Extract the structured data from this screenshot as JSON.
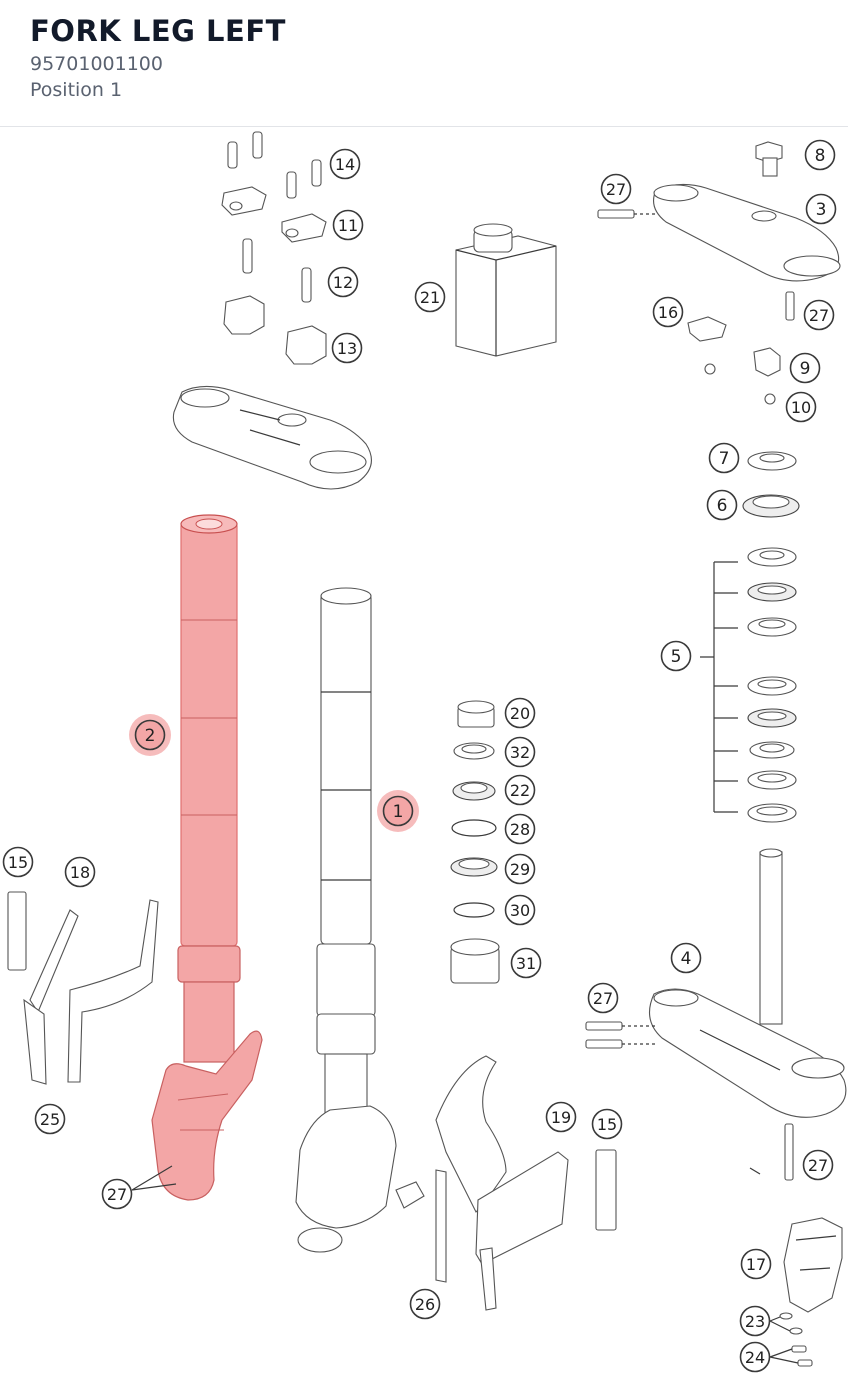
{
  "header": {
    "title": "FORK LEG LEFT",
    "part_number": "95701001100",
    "position": "Position 1"
  },
  "colors": {
    "highlight": "#f3a6a6",
    "highlight_stroke": "#e07070",
    "line": "#3a3a3a"
  },
  "callouts": [
    {
      "id": "c1",
      "label": "1",
      "highlighted": true
    },
    {
      "id": "c2",
      "label": "2",
      "highlighted": true
    },
    {
      "id": "c3",
      "label": "3"
    },
    {
      "id": "c4",
      "label": "4"
    },
    {
      "id": "c5",
      "label": "5"
    },
    {
      "id": "c6",
      "label": "6"
    },
    {
      "id": "c7",
      "label": "7"
    },
    {
      "id": "c8",
      "label": "8"
    },
    {
      "id": "c9",
      "label": "9"
    },
    {
      "id": "c10",
      "label": "10"
    },
    {
      "id": "c11",
      "label": "11"
    },
    {
      "id": "c12",
      "label": "12"
    },
    {
      "id": "c13",
      "label": "13"
    },
    {
      "id": "c14",
      "label": "14"
    },
    {
      "id": "c15a",
      "label": "15"
    },
    {
      "id": "c15b",
      "label": "15"
    },
    {
      "id": "c16",
      "label": "16"
    },
    {
      "id": "c17",
      "label": "17"
    },
    {
      "id": "c18",
      "label": "18"
    },
    {
      "id": "c19",
      "label": "19"
    },
    {
      "id": "c20",
      "label": "20"
    },
    {
      "id": "c21",
      "label": "21"
    },
    {
      "id": "c22",
      "label": "22"
    },
    {
      "id": "c23",
      "label": "23"
    },
    {
      "id": "c24",
      "label": "24"
    },
    {
      "id": "c25",
      "label": "25"
    },
    {
      "id": "c26",
      "label": "26"
    },
    {
      "id": "c27a",
      "label": "27"
    },
    {
      "id": "c27b",
      "label": "27"
    },
    {
      "id": "c27c",
      "label": "27"
    },
    {
      "id": "c27d",
      "label": "27"
    },
    {
      "id": "c27e",
      "label": "27"
    },
    {
      "id": "c28",
      "label": "28"
    },
    {
      "id": "c29",
      "label": "29"
    },
    {
      "id": "c30",
      "label": "30"
    },
    {
      "id": "c31",
      "label": "31"
    },
    {
      "id": "c32",
      "label": "32"
    }
  ]
}
